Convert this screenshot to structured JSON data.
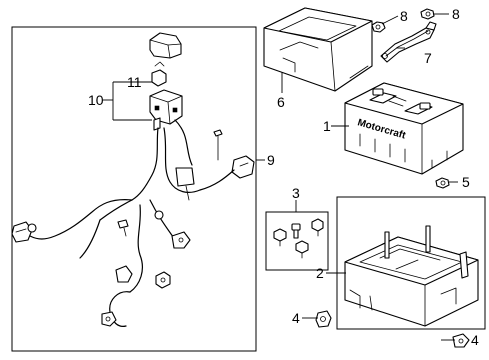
{
  "callouts": {
    "c1": "1",
    "c2": "2",
    "c3": "3",
    "c4a": "4",
    "c4b": "4",
    "c5": "5",
    "c6": "6",
    "c7": "7",
    "c8a": "8",
    "c8b": "8",
    "c9": "9",
    "c10": "10",
    "c11": "11"
  },
  "battery": {
    "brand_text": "Motorcraft"
  }
}
